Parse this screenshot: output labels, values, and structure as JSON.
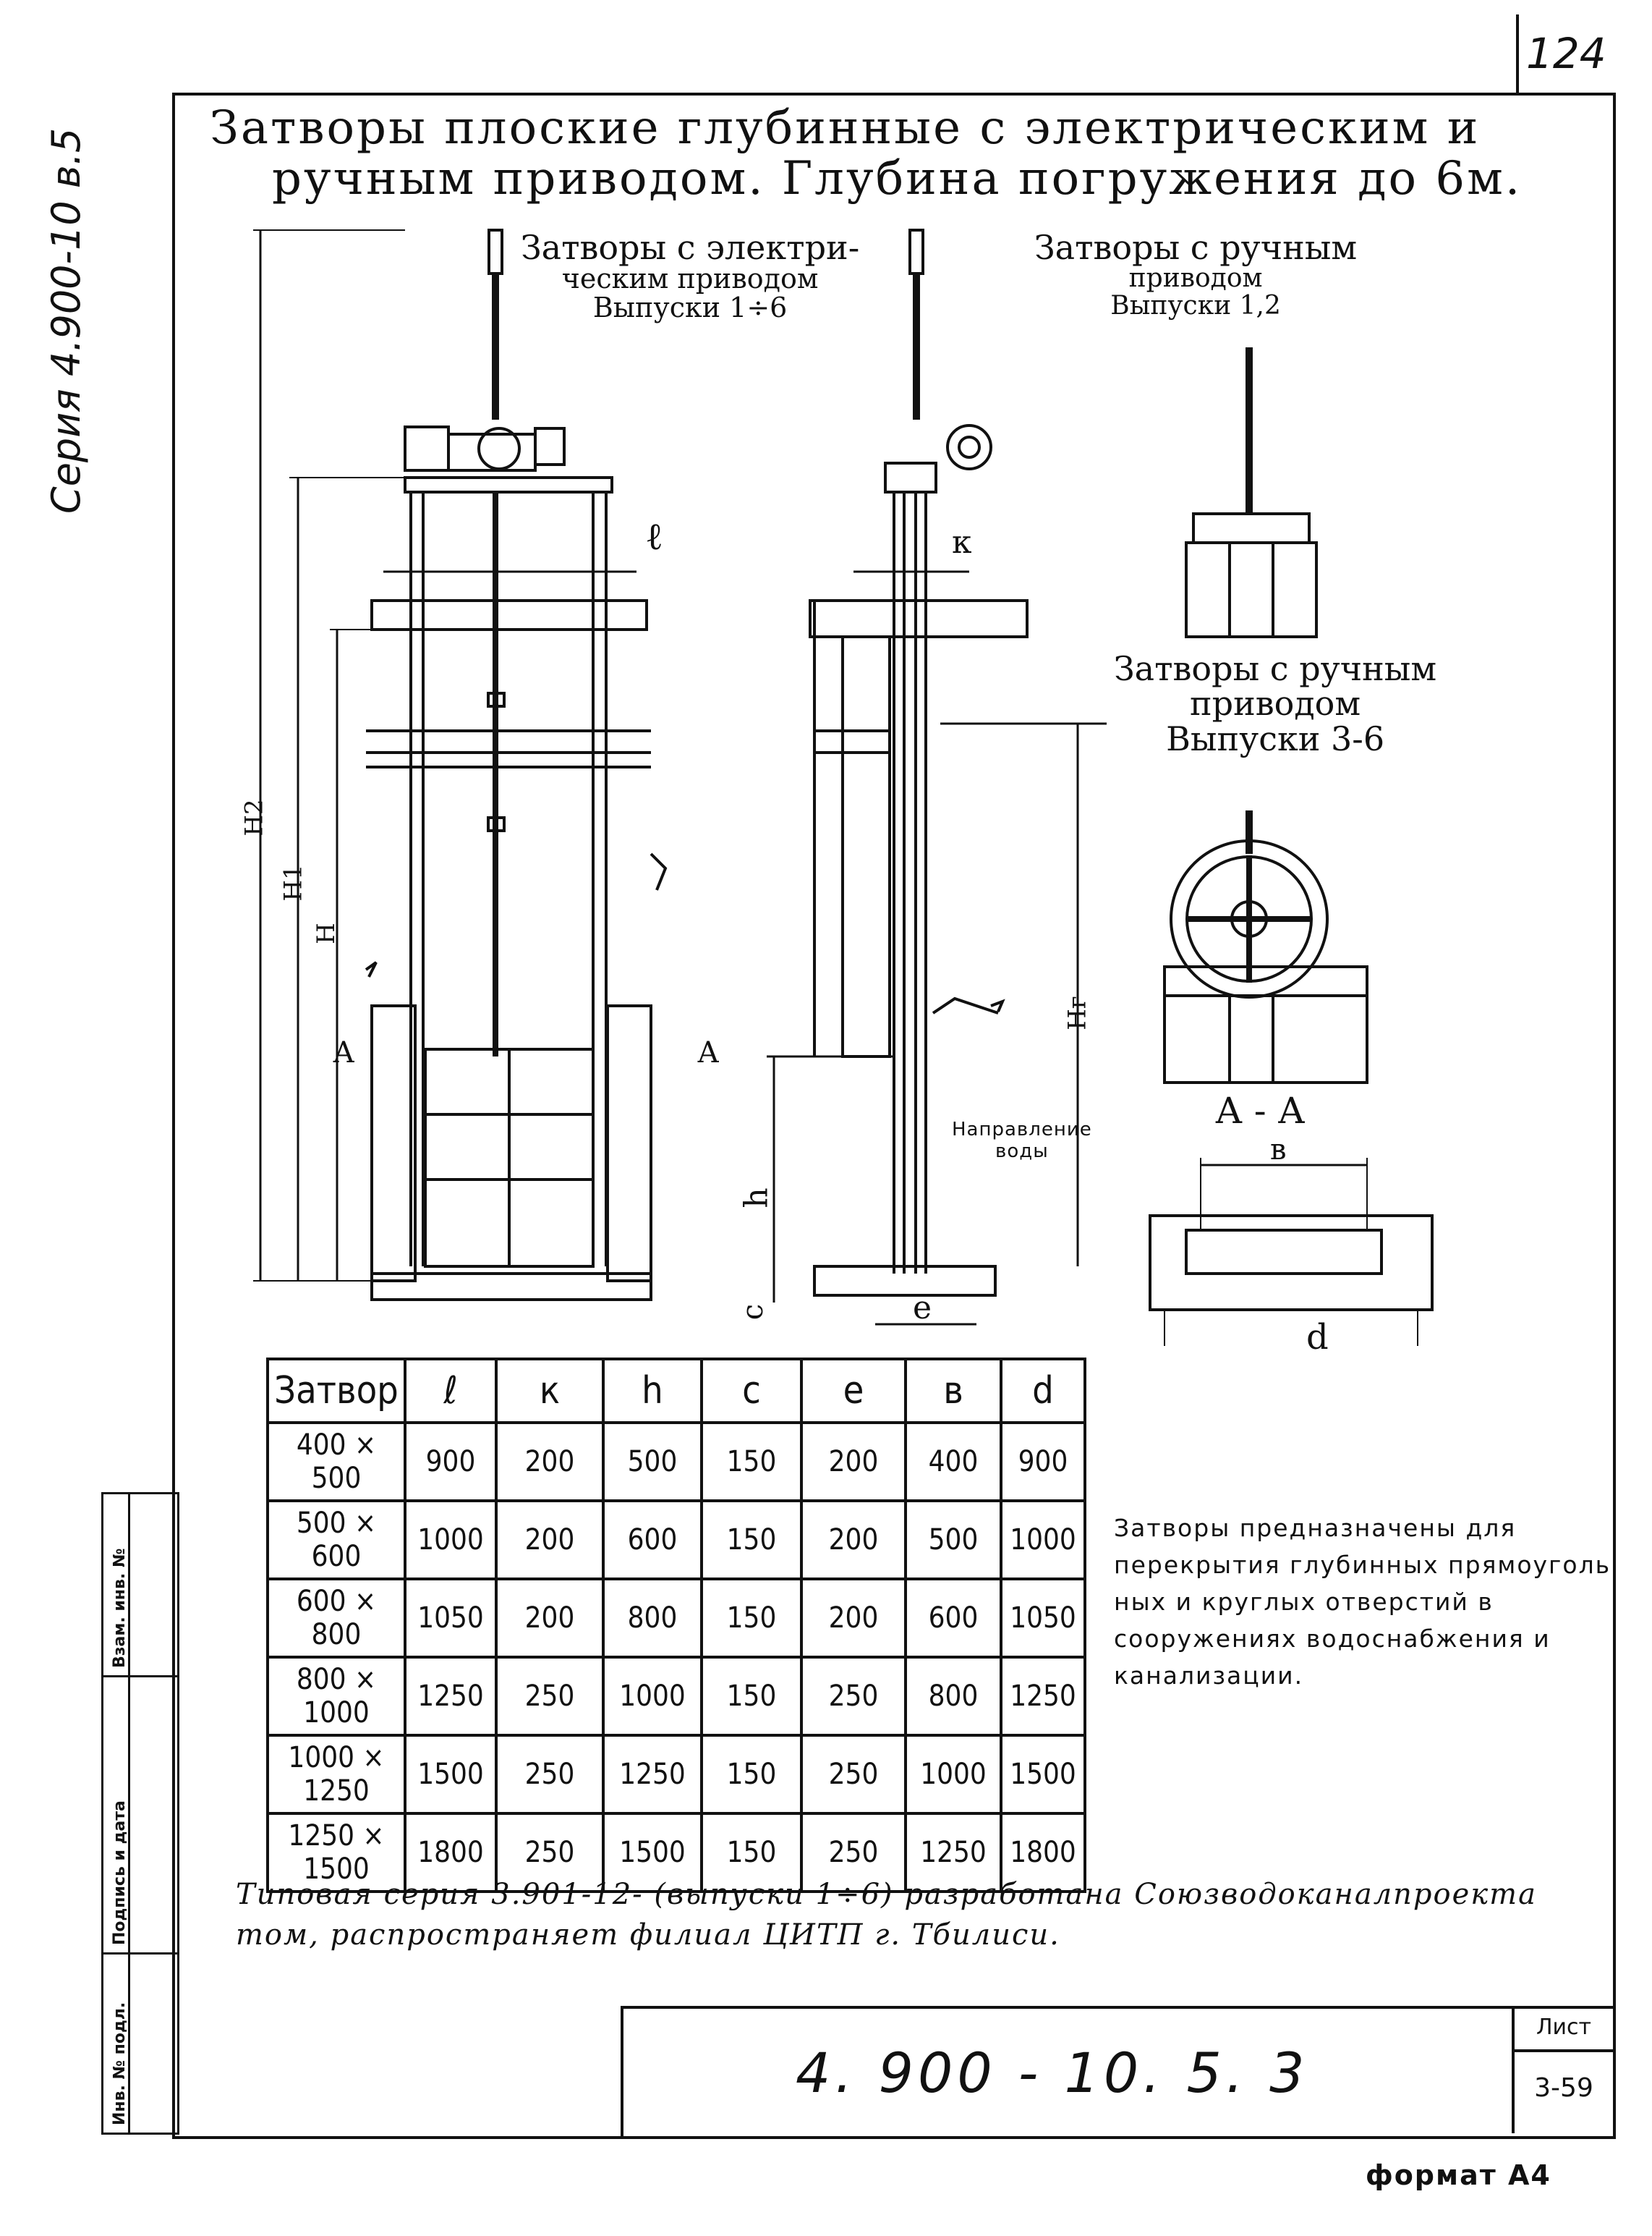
{
  "sheet_number": "124",
  "side_label": "Серия  4.900-10  в.5",
  "title": {
    "line1": "Затворы плоские глубинные с электрическим и",
    "line2": "ручным приводом. Глубина погружения до 6м."
  },
  "captions": {
    "electric": [
      "Затворы с электри-",
      "ческим приводом",
      "Выпуски 1÷6"
    ],
    "manual12": [
      "Затворы с ручным",
      "приводом",
      "Выпуски 1,2"
    ],
    "manual36": [
      "Затворы с ручным",
      "приводом",
      "Выпуски 3-6"
    ],
    "section": "А - А",
    "water_direction": [
      "Направление",
      "воды"
    ]
  },
  "dimension_labels": {
    "l": "ℓ",
    "k": "к",
    "h": "h",
    "c": "с",
    "e": "е",
    "b": "в",
    "d": "d",
    "H": "Н",
    "H1": "Н1",
    "H2": "Н2",
    "Hr": "Нг",
    "A": "А"
  },
  "table": {
    "headers": [
      "Затвор",
      "ℓ",
      "к",
      "h",
      "с",
      "е",
      "в",
      "d"
    ],
    "rows": [
      [
        "400 × 500",
        "900",
        "200",
        "500",
        "150",
        "200",
        "400",
        "900"
      ],
      [
        "500 × 600",
        "1000",
        "200",
        "600",
        "150",
        "200",
        "500",
        "1000"
      ],
      [
        "600 × 800",
        "1050",
        "200",
        "800",
        "150",
        "200",
        "600",
        "1050"
      ],
      [
        "800 × 1000",
        "1250",
        "250",
        "1000",
        "150",
        "250",
        "800",
        "1250"
      ],
      [
        "1000 × 1250",
        "1500",
        "250",
        "1250",
        "150",
        "250",
        "1000",
        "1500"
      ],
      [
        "1250 × 1500",
        "1800",
        "250",
        "1500",
        "150",
        "250",
        "1250",
        "1800"
      ]
    ]
  },
  "note": [
    "Затворы предназначены для",
    "перекрытия глубинных прямоуголь",
    "ных и круглых отверстий в",
    "сооружениях водоснабжения и",
    "канализации."
  ],
  "footer": [
    "Типовая серия 3.901-12- (выпуски 1÷6) разработана Союзводоканалпроекта",
    "том, распространяет филиал ЦИТП г. Тбилиси."
  ],
  "stamp": [
    "Инв. № подл.",
    "Подпись и дата",
    "Взам. инв. №"
  ],
  "doc_number": "4. 900 - 10. 5. 3",
  "list_label": "Лист",
  "list_number": "3-59",
  "format": "формат А4"
}
